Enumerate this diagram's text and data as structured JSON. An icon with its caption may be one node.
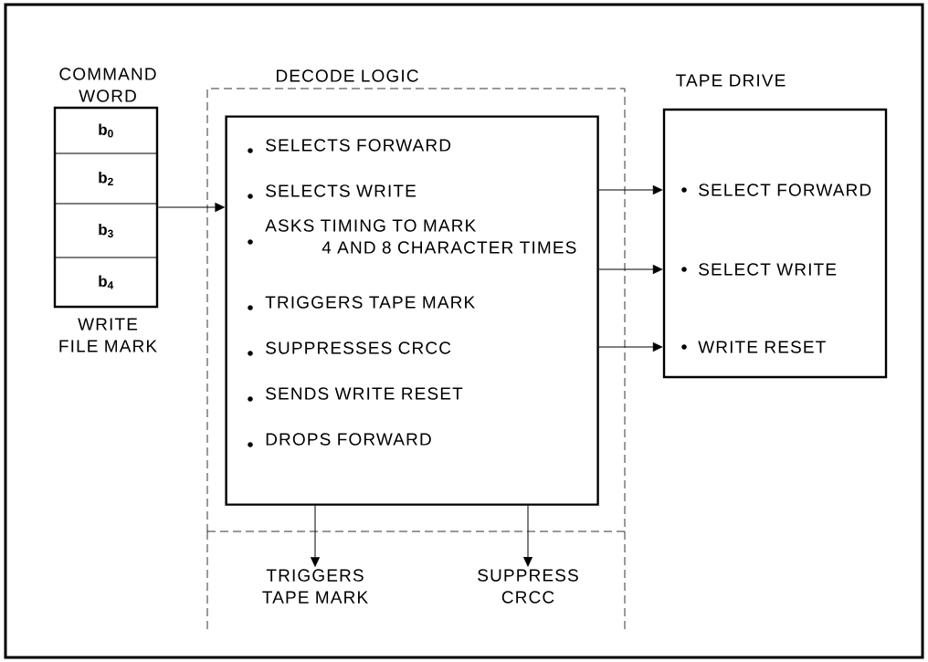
{
  "diagram": {
    "nodes": [
      {
        "text": [
          "COMMAND WORD"
        ],
        "beside": [
          "WRITE FILE MARK"
        ]
      },
      {
        "text": [
          "b$_{0}$"
        ],
        "in": 0
      },
      {
        "text": [
          "b$_{2}$"
        ],
        "in": 0
      },
      {
        "text": [
          "b$_{3}$"
        ],
        "in": 0
      },
      {
        "text": [
          "b$_{4}$"
        ],
        "in": 0
      },
      {
        "text": [
          "DECODE LOGIC"
        ]
      },
      {
        "text": [
          "SELECTS FORWARD",
          "SELECTS WRITE",
          "ASKS TIMING TO MARK 4 AND 8 CHARACTER TIMES",
          "TRIGGERS TAPE MARK",
          "SUPPRESSES CRCC",
          "SENDS WRITE RESET",
          "DROPS FORWARD"
        ],
        "in": 5
      },
      {
        "text": [
          "TAPE DRIVE",
          "SELECT FORWARD",
          "SELECT WRITE",
          "WRITE RESET"
        ]
      },
      {
        "text": [
          "TRIGGERS TAPE MARK"
        ]
      },
      {
        "text": [
          "SUPPRESS CRCC"
        ]
      }
    ],
    "edges": [
      {
        "from": 0,
        "to": 6,
        "arrow": "to"
      },
      {
        "from": 6,
        "to": 7,
        "arrow": "to"
      },
      {
        "from": 6,
        "to": 7,
        "arrow": "to"
      },
      {
        "from": 6,
        "to": 7,
        "arrow": "to"
      },
      {
        "from": 6,
        "to": 8,
        "arrow": "to"
      },
      {
        "from": 6,
        "to": 9,
        "arrow": "to"
      }
    ]
  }
}
